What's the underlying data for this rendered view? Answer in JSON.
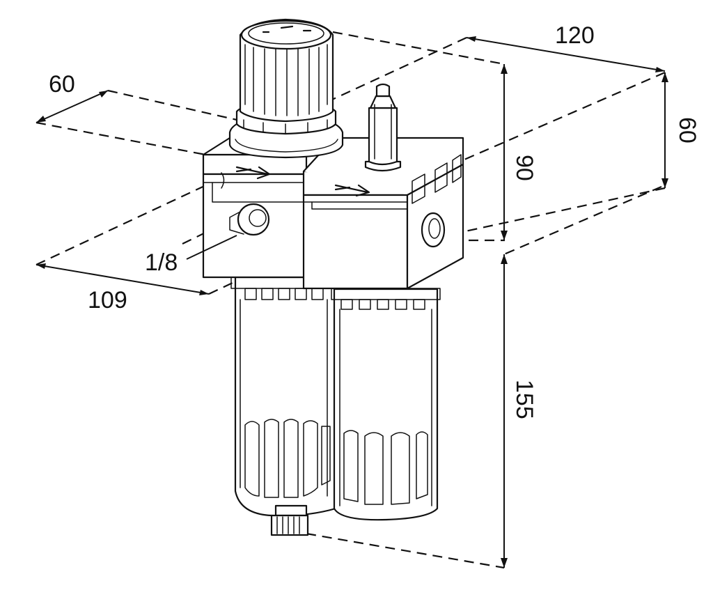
{
  "dimensions": {
    "depth_top": "60",
    "width_top": "120",
    "height_top_right": "60",
    "height_body": "90",
    "height_total": "155",
    "width_base": "109",
    "port_size": "1/8"
  }
}
